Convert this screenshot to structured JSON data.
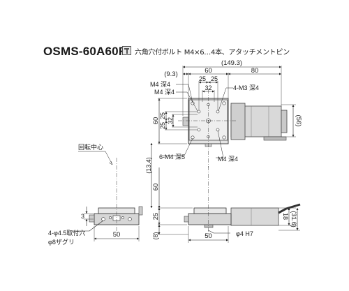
{
  "header": {
    "model": "OSMS-60A60R",
    "bolt_icon": "bolt-icon",
    "note": "六角穴付ボルト M4×6…4本、アタッチメントピン"
  },
  "top_view": {
    "dim_total": "(149.3)",
    "dim_offset": "(9.3)",
    "dim_60": "60",
    "dim_80": "80",
    "dim_25_left": "25",
    "dim_25_right": "25",
    "dim_32_top": "32",
    "dim_60_side": "60",
    "dim_25_side_a": "25",
    "dim_25_side_b": "25",
    "dim_32_side": "32",
    "dim_56": "(56)",
    "label_m4_depth_a": "M4 深4",
    "label_m4_depth_b": "M4 深4",
    "label_m3": "4-M3 深4",
    "label_6m4": "6-M4 深5",
    "label_m4_depth_c": "M4 深4"
  },
  "side_view": {
    "dim_134": "(13.4)",
    "dim_60": "60",
    "dim_25": "25",
    "dim_8": "(8)",
    "dim_50": "50",
    "dim_18": "18",
    "dim_316": "(31.6)",
    "label_phi4": "φ4 H7"
  },
  "front_view": {
    "label_rotation_center": "回転中心",
    "dim_3": "3",
    "dim_50": "50",
    "label_holes": "4-φ4.5取付穴",
    "label_counterbore": "φ8ザグリ"
  }
}
